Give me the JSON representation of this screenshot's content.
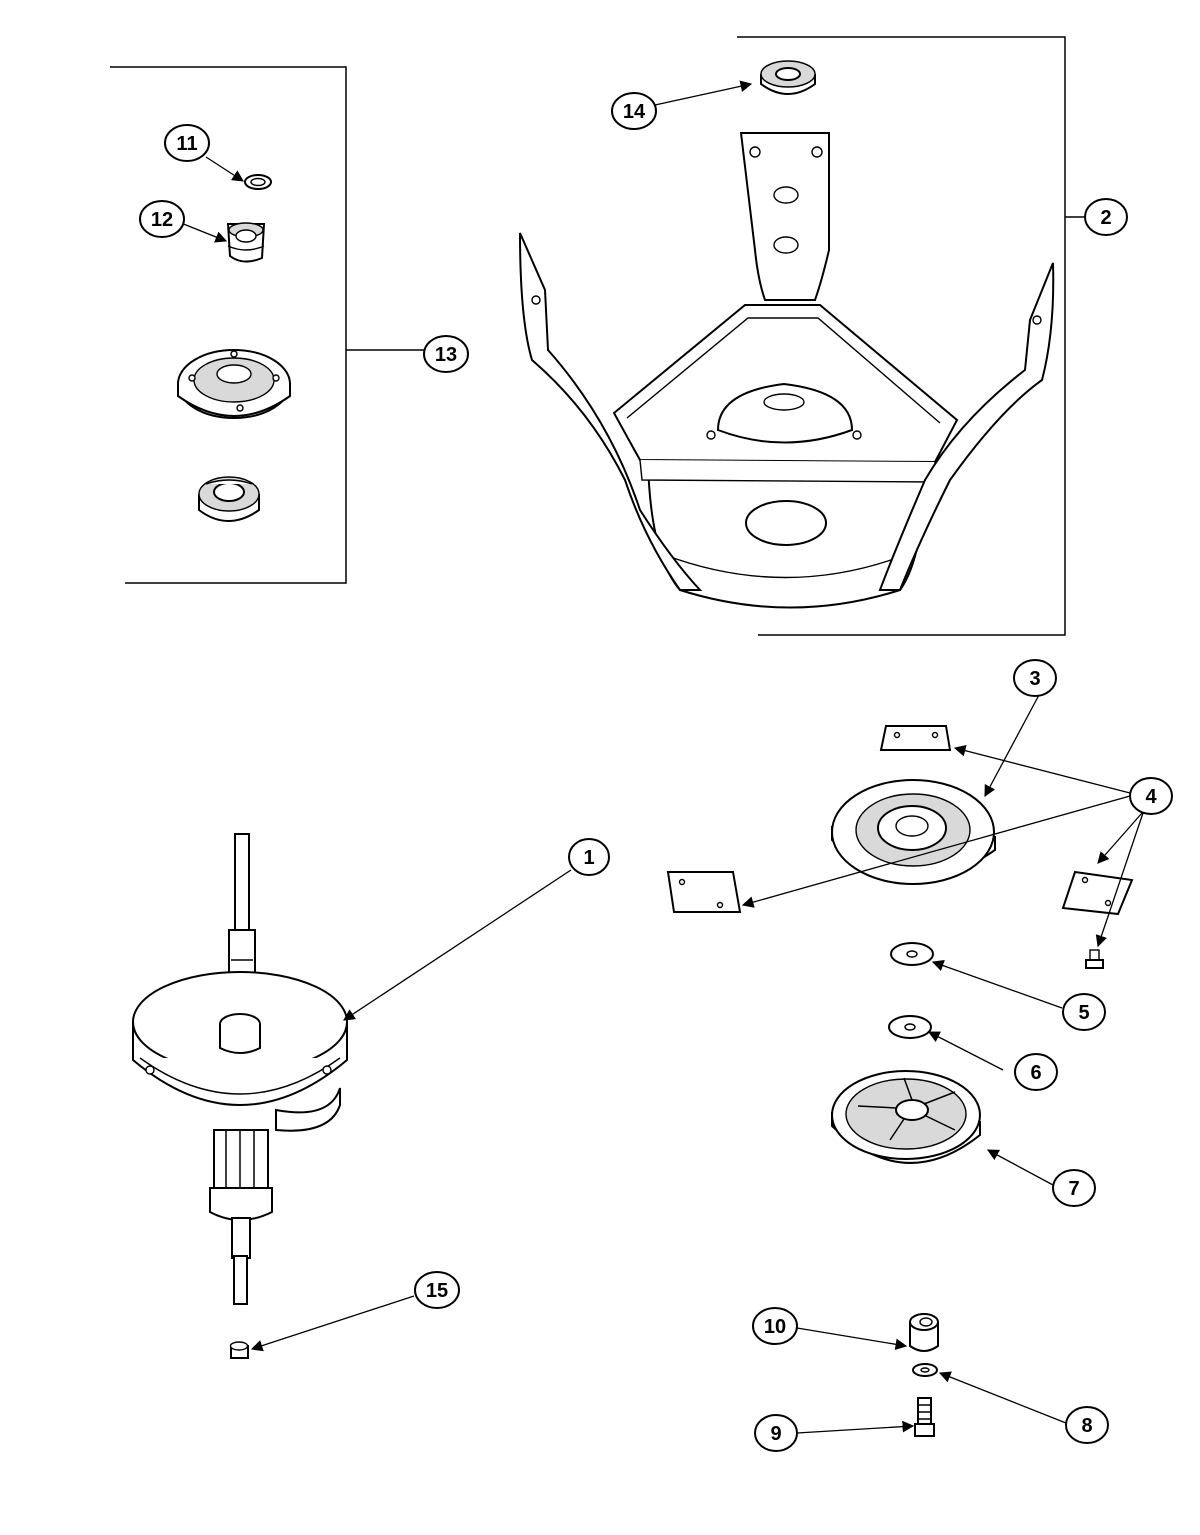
{
  "callouts": [
    {
      "id": "1",
      "label": "1"
    },
    {
      "id": "2",
      "label": "2"
    },
    {
      "id": "3",
      "label": "3"
    },
    {
      "id": "4",
      "label": "4"
    },
    {
      "id": "5",
      "label": "5"
    },
    {
      "id": "6",
      "label": "6"
    },
    {
      "id": "7",
      "label": "7"
    },
    {
      "id": "8",
      "label": "8"
    },
    {
      "id": "9",
      "label": "9"
    },
    {
      "id": "10",
      "label": "10"
    },
    {
      "id": "11",
      "label": "11"
    },
    {
      "id": "12",
      "label": "12"
    },
    {
      "id": "13",
      "label": "13"
    },
    {
      "id": "14",
      "label": "14"
    },
    {
      "id": "15",
      "label": "15"
    }
  ],
  "colors": {
    "ink": "#000000",
    "paper": "#ffffff",
    "shade": "#d9d9d9"
  }
}
